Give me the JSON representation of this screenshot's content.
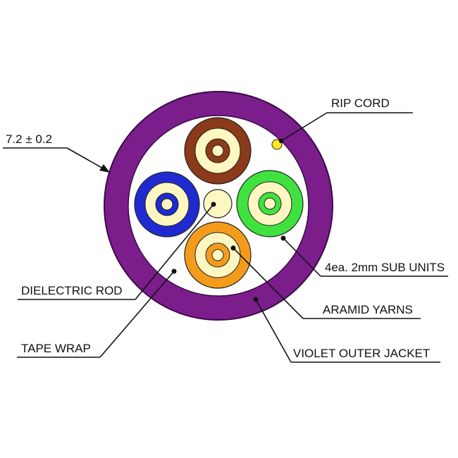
{
  "labels": {
    "diameter": "7.2 ± 0.2",
    "rip_cord": "RIP CORD",
    "sub_units": "4ea. 2mm SUB UNITS",
    "aramid_yarns": "ARAMID YARNS",
    "outer_jacket": "VIOLET OUTER JACKET",
    "dielectric_rod": "DIELECTRIC ROD",
    "tape_wrap": "TAPE WRAP"
  },
  "colors": {
    "jacket": "#7b1e8c",
    "jacket_edge": "#3a0a45",
    "interior": "#ffffff",
    "cream": "#fff7c2",
    "dielectric_rod": "#fff7c2",
    "rip_cord": "#ffe71a",
    "sub_unit_brown": "#8b3a1a",
    "sub_unit_blue": "#1f2bd1",
    "sub_unit_green": "#3fe23f",
    "sub_unit_orange": "#f59b1b"
  },
  "sub_units": [
    {
      "name": "brown-sub-unit",
      "color": "#8b3a1a"
    },
    {
      "name": "blue-sub-unit",
      "color": "#1f2bd1"
    },
    {
      "name": "green-sub-unit",
      "color": "#3fe23f"
    },
    {
      "name": "orange-sub-unit",
      "color": "#f59b1b"
    }
  ]
}
